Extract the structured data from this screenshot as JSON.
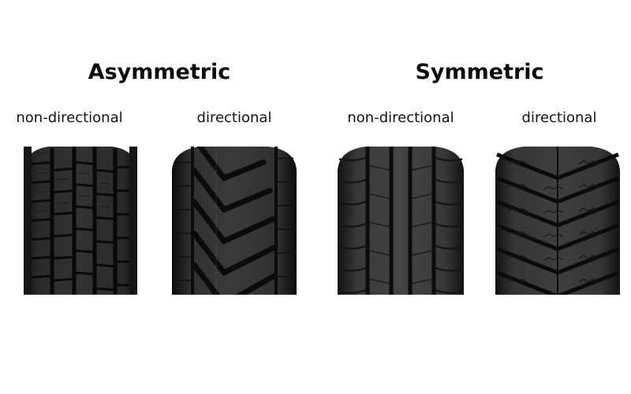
{
  "groups": [
    {
      "title": "Asymmetric",
      "tires": [
        {
          "label": "non-directional",
          "pattern": "asymmetric-block-tread"
        },
        {
          "label": "directional",
          "pattern": "asymmetric-v-tread"
        }
      ]
    },
    {
      "title": "Symmetric",
      "tires": [
        {
          "label": "non-directional",
          "pattern": "symmetric-rib-tread"
        },
        {
          "label": "directional",
          "pattern": "symmetric-winter-tread"
        }
      ]
    }
  ],
  "colors": {
    "background": "#ffffff",
    "text": "#111111",
    "rubber_dark": "#1b1b1b",
    "rubber_mid": "#2e2e2e",
    "groove": "#0a0a0a",
    "highlight": "#4a4a4a"
  }
}
